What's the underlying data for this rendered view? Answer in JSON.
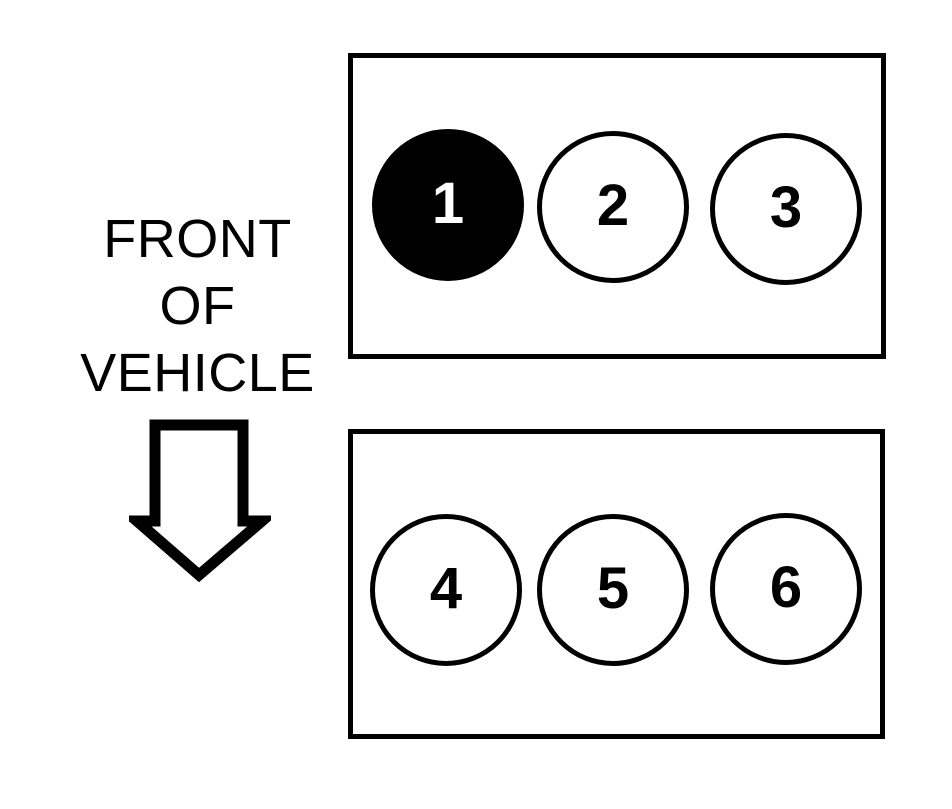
{
  "diagram": {
    "title": "Engine cylinder location and firing order diagram",
    "orientation_label": {
      "lines": [
        "FRONT",
        "OF",
        "VEHICLE"
      ]
    },
    "arrow": {
      "name": "direction-arrow",
      "direction": "down",
      "style": "hollow-outline"
    },
    "colors": {
      "stroke": "#000000",
      "fill": "#ffffff",
      "marked_fill": "#000000",
      "marked_text": "#ffffff"
    },
    "banks": [
      {
        "name": "front-bank",
        "cylinders": [
          {
            "label": "1",
            "marked": true
          },
          {
            "label": "2",
            "marked": false
          },
          {
            "label": "3",
            "marked": false
          }
        ]
      },
      {
        "name": "rear-bank",
        "cylinders": [
          {
            "label": "4",
            "marked": false
          },
          {
            "label": "5",
            "marked": false
          },
          {
            "label": "6",
            "marked": false
          }
        ]
      }
    ]
  }
}
